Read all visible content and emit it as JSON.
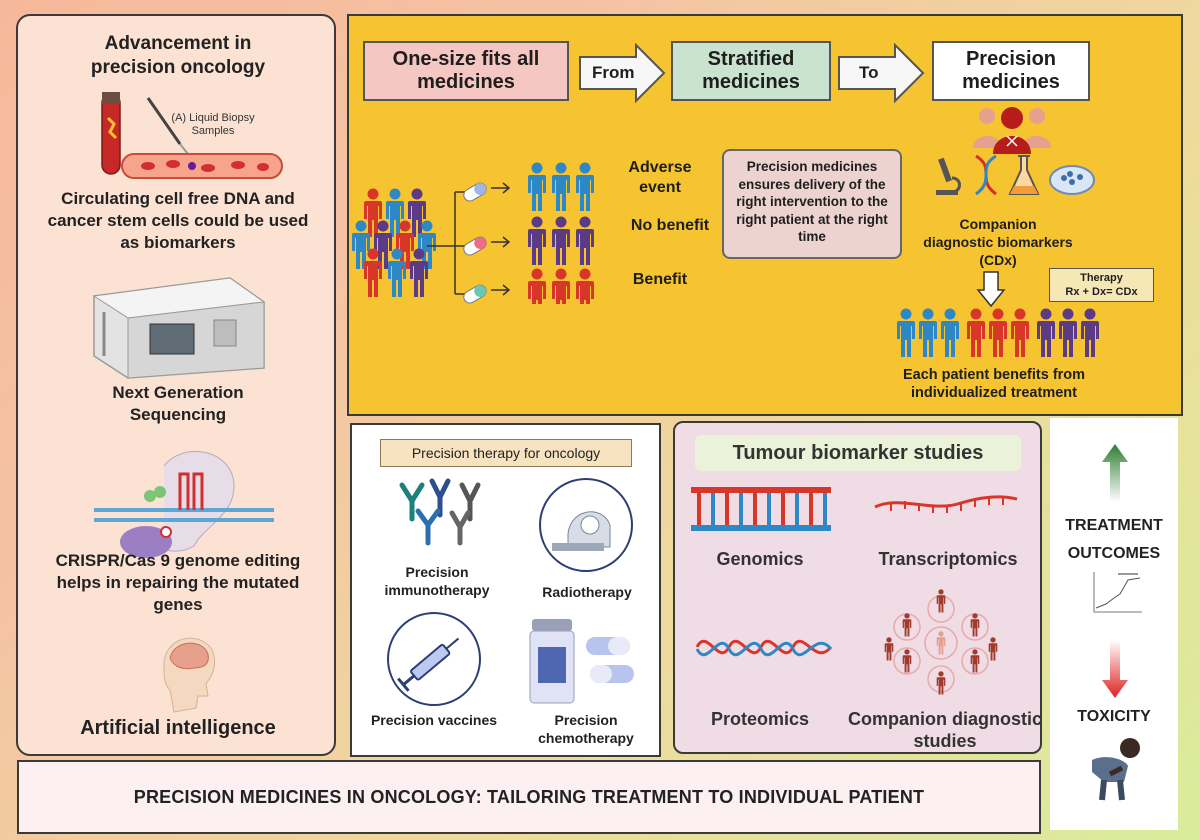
{
  "left": {
    "title": "Advancement in precision oncology",
    "liquid_biopsy_label": "(A) Liquid Biopsy Samples",
    "item1": "Circulating cell free DNA and cancer stem cells could be used as biomarkers",
    "item2": "Next Generation Sequencing",
    "item3": "CRISPR/Cas 9 genome editing helps in repairing the mutated genes",
    "item4": "Artificial intelligence"
  },
  "top": {
    "box1": "One-size fits all medicines",
    "from_label": "From",
    "box2": "Stratified medicines",
    "to_label": "To",
    "box3": "Precision medicines",
    "outcome1": "Adverse event",
    "outcome2": "No benefit",
    "outcome3": "Benefit",
    "callout": "Precision medicines ensures delivery of the right intervention to the right patient at the right time",
    "cdx_label": "Companion diagnostic biomarkers (CDx)",
    "formula_line1": "Therapy",
    "formula_line2": "Rx + Dx= CDx",
    "result_label": "Each patient benefits from individualized treatment"
  },
  "therapy": {
    "header": "Precision therapy for oncology",
    "immuno": "Precision immunotherapy",
    "radio": "Radiotherapy",
    "vaccines": "Precision vaccines",
    "chemo": "Precision chemotherapy"
  },
  "biomarker": {
    "header": "Tumour biomarker studies",
    "genomics": "Genomics",
    "transcriptomics": "Transcriptomics",
    "proteomics": "Proteomics",
    "companion": "Companion diagnostic studies"
  },
  "outcomes": {
    "treatment": "TREATMENT OUTCOMES",
    "toxicity": "TOXICITY"
  },
  "banner": "PRECISION MEDICINES IN ONCOLOGY: TAILORING TREATMENT TO INDIVIDUAL PATIENT",
  "colors": {
    "yellow_panel": "#f6c430",
    "box1": "#f4c7c3",
    "box2": "#c9e3cf",
    "box3": "#ffffff",
    "figure_blue": "#2e88c6",
    "figure_purple": "#5b3a86",
    "figure_red": "#d9362a",
    "arrow_up": "#2f7d32",
    "arrow_down": "#e02020"
  }
}
